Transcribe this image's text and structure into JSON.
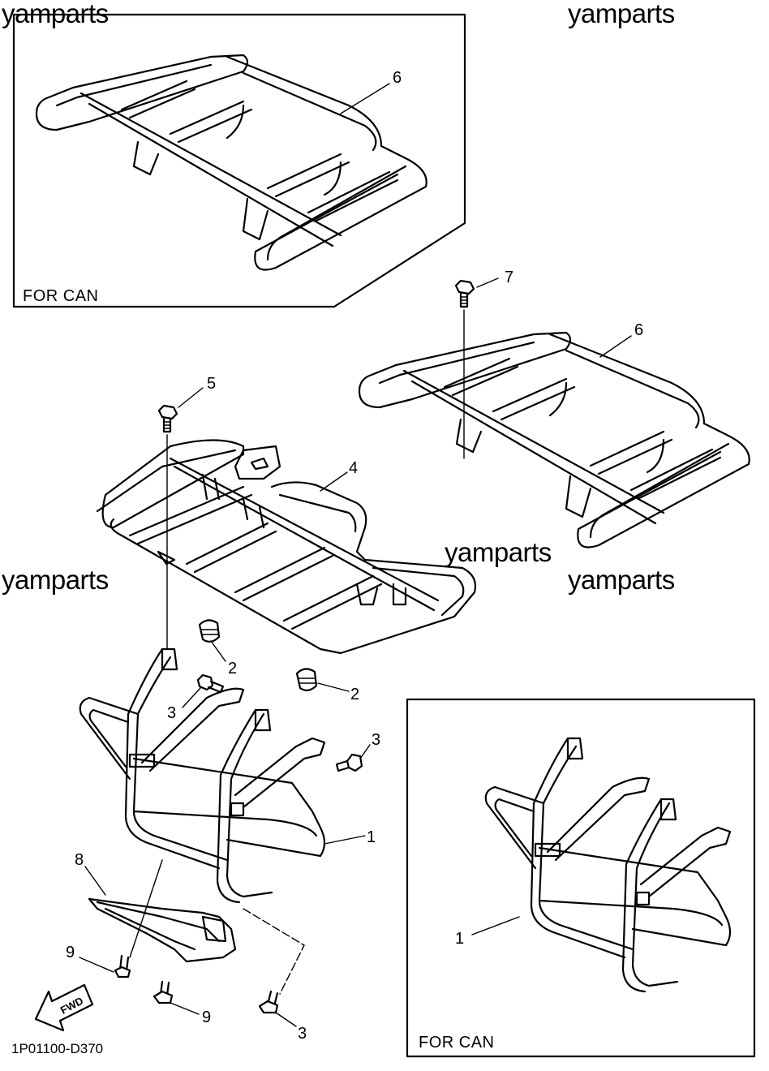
{
  "watermarks": [
    "yamparts",
    "yamparts",
    "yamparts",
    "yamparts",
    "yamparts"
  ],
  "boxes": {
    "top_left_label": "FOR CAN",
    "bottom_right_label": "FOR CAN"
  },
  "callouts": {
    "c6_top": "6",
    "c7": "7",
    "c6_right": "6",
    "c5": "5",
    "c4": "4",
    "c2_a": "2",
    "c3_a": "3",
    "c2_b": "2",
    "c3_b": "3",
    "c1": "1",
    "c8": "8",
    "c9_a": "9",
    "c9_b": "9",
    "c3_c": "3",
    "c1_box": "1"
  },
  "fwd_label": "FWD",
  "drawing_code": "1P01100-D370"
}
